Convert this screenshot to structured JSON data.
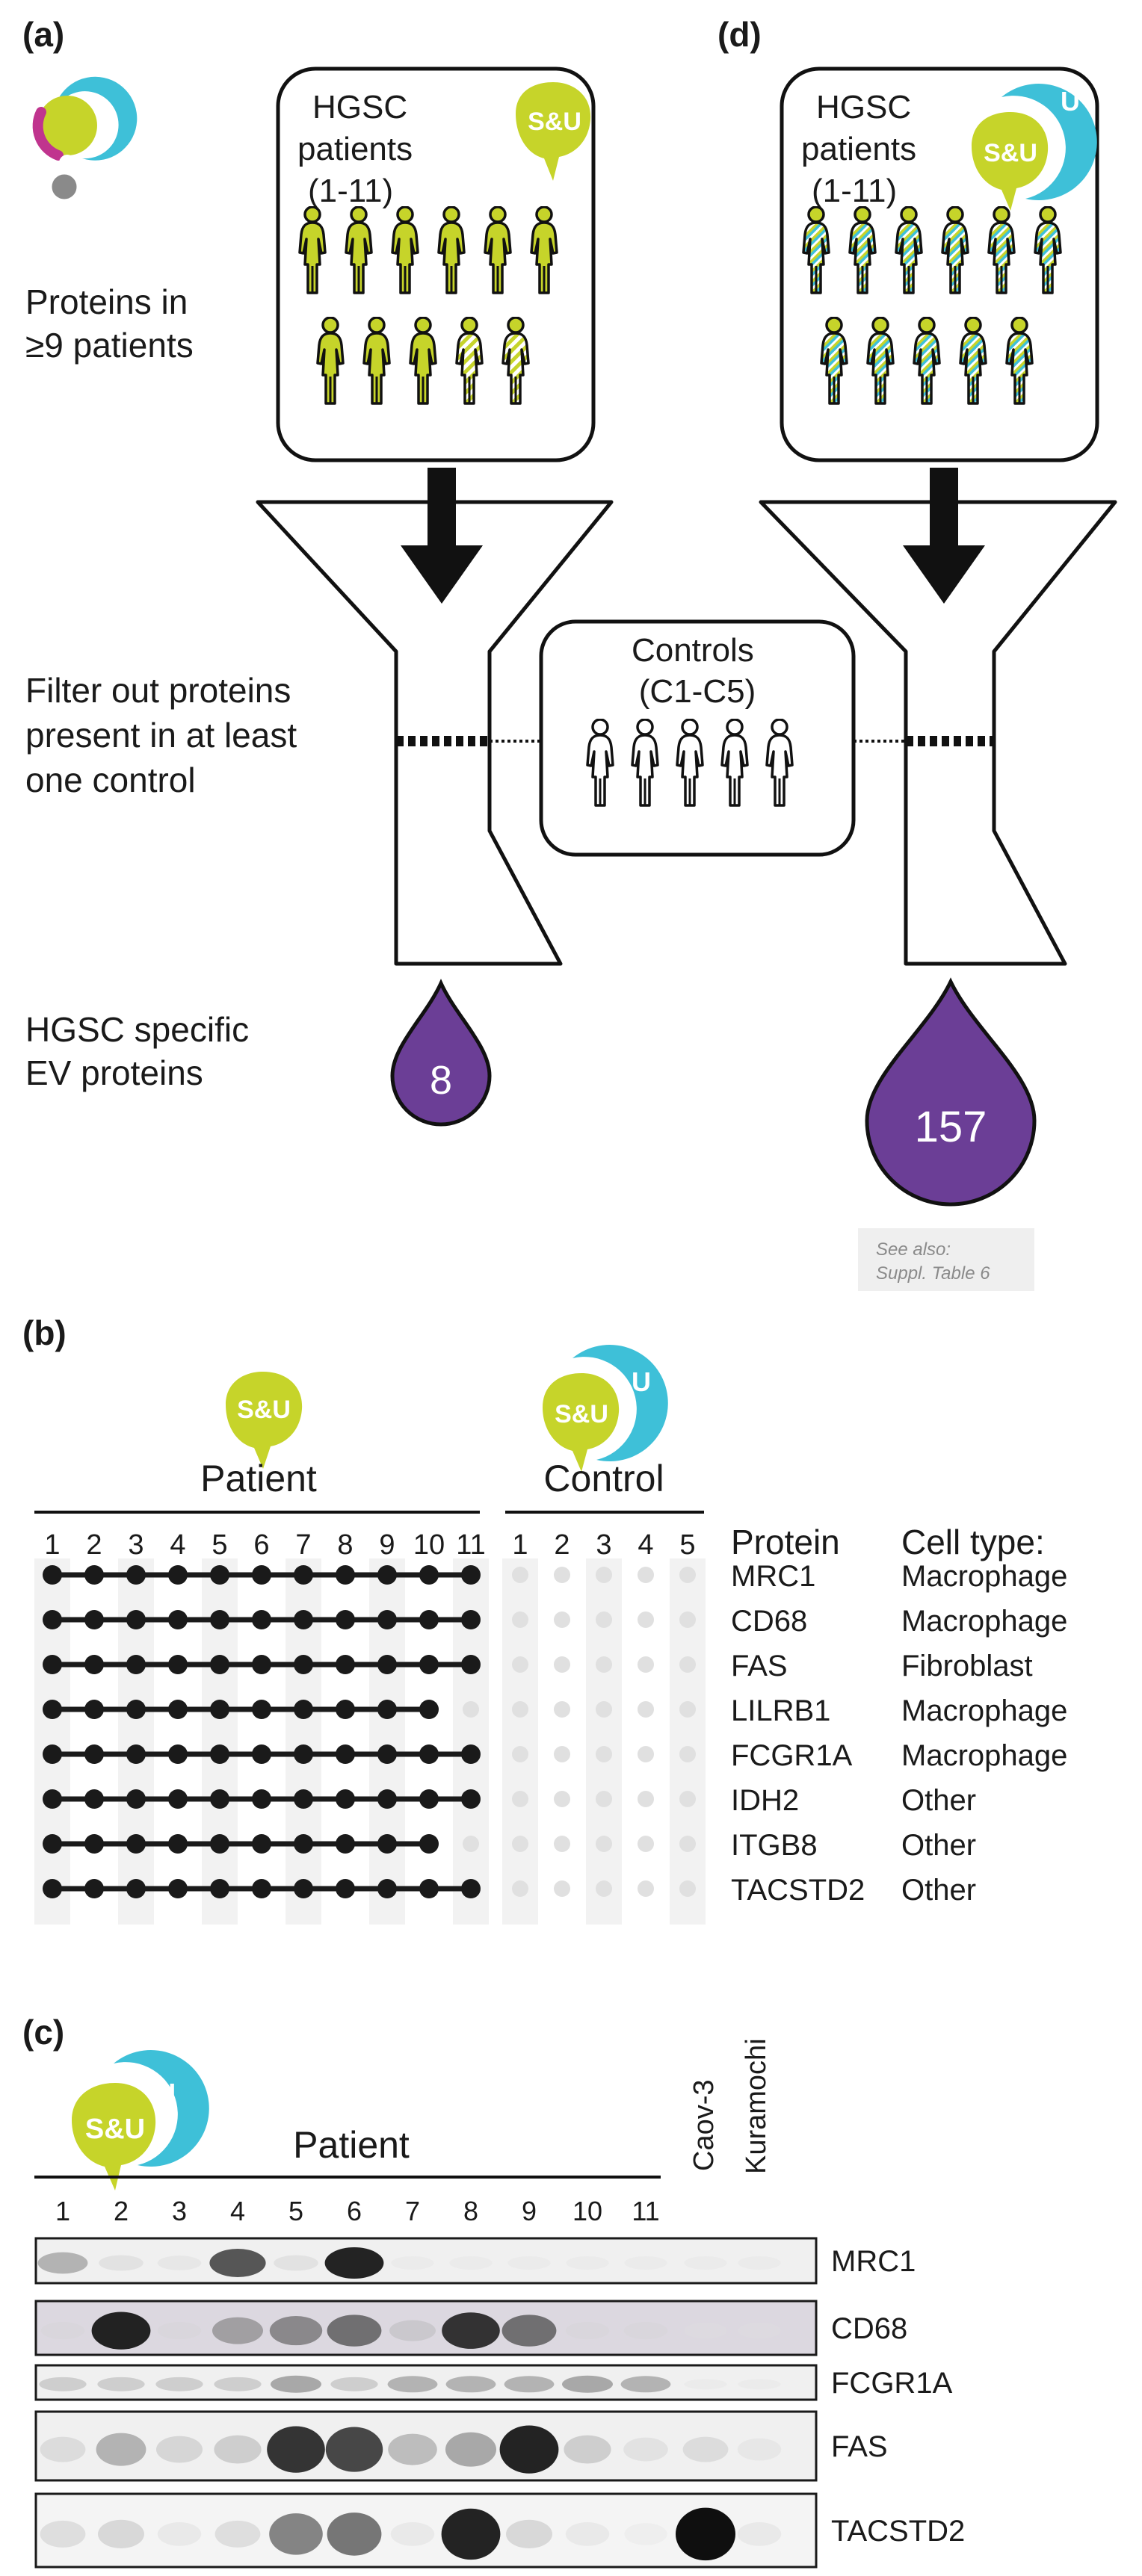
{
  "colors": {
    "su_green": "#c6d42a",
    "u_cyan": "#3ec0d8",
    "purple": "#6b3e96",
    "magenta": "#c0348e",
    "grey_dot": "#8a8a8a",
    "control_grey": "#e0e0e0",
    "stripe": "#f2f2f2",
    "dark": "#1a1a1a"
  },
  "panel_a": {
    "label": "(a)",
    "legend_icon": "seed-and-umbrella-icon",
    "patients_box": {
      "line1": "HGSC",
      "line2": "patients",
      "line3": "(1-11)",
      "badge": "S&U",
      "patient_count": 11
    },
    "step1": {
      "line1": "Proteins in",
      "line2": "≥9 patients"
    },
    "step2": {
      "line1": "Filter out proteins",
      "line2": "present in at least",
      "line3": "one control"
    },
    "step3": {
      "line1": "HGSC specific",
      "line2": "EV proteins"
    },
    "result": "8"
  },
  "panel_d": {
    "label": "(d)",
    "patients_box": {
      "line1": "HGSC",
      "line2": "patients",
      "line3": "(1-11)",
      "badge": "S&U",
      "badge_u": "U",
      "patient_count": 11
    },
    "result": "157",
    "note": {
      "line1": "See also:",
      "line2": "Suppl. Table 6"
    }
  },
  "controls_box": {
    "line1": "Controls",
    "line2": "(C1-C5)",
    "control_count": 5
  },
  "panel_b": {
    "label": "(b)",
    "patient_badge": "S&U",
    "control_badge": "S&U",
    "control_badge_u": "U",
    "patient_header": "Patient",
    "control_header": "Control",
    "patient_numbers": [
      "1",
      "2",
      "3",
      "4",
      "5",
      "6",
      "7",
      "8",
      "9",
      "10",
      "11"
    ],
    "control_numbers": [
      "1",
      "2",
      "3",
      "4",
      "5"
    ],
    "protein_header": "Protein",
    "celltype_header": "Cell type:",
    "rows": [
      {
        "protein": "MRC1",
        "cell_type": "Macrophage",
        "patients": [
          1,
          1,
          1,
          1,
          1,
          1,
          1,
          1,
          1,
          1,
          1
        ]
      },
      {
        "protein": "CD68",
        "cell_type": "Macrophage",
        "patients": [
          1,
          1,
          1,
          1,
          1,
          1,
          1,
          1,
          1,
          1,
          1
        ]
      },
      {
        "protein": "FAS",
        "cell_type": "Fibroblast",
        "patients": [
          1,
          1,
          1,
          1,
          1,
          1,
          1,
          1,
          1,
          1,
          1
        ]
      },
      {
        "protein": "LILRB1",
        "cell_type": "Macrophage",
        "patients": [
          1,
          1,
          1,
          1,
          1,
          1,
          1,
          1,
          1,
          1,
          0
        ]
      },
      {
        "protein": "FCGR1A",
        "cell_type": "Macrophage",
        "patients": [
          1,
          1,
          1,
          1,
          1,
          1,
          1,
          1,
          1,
          1,
          1
        ]
      },
      {
        "protein": "IDH2",
        "cell_type": "Other",
        "patients": [
          1,
          1,
          1,
          1,
          1,
          1,
          1,
          1,
          1,
          1,
          1
        ]
      },
      {
        "protein": "ITGB8",
        "cell_type": "Other",
        "patients": [
          1,
          1,
          1,
          1,
          1,
          1,
          1,
          1,
          1,
          1,
          0
        ]
      },
      {
        "protein": "TACSTD2",
        "cell_type": "Other",
        "patients": [
          1,
          1,
          1,
          1,
          1,
          1,
          1,
          1,
          1,
          1,
          1
        ]
      }
    ]
  },
  "panel_c": {
    "label": "(c)",
    "badge": "S&U",
    "badge_u": "U",
    "patient_header": "Patient",
    "lane_numbers": [
      "1",
      "2",
      "3",
      "4",
      "5",
      "6",
      "7",
      "8",
      "9",
      "10",
      "11"
    ],
    "cell_lines": [
      "Caov-3",
      "Kuramochi"
    ],
    "blots": [
      {
        "name": "MRC1",
        "intensity": [
          0.45,
          0.15,
          0.1,
          0.8,
          0.15,
          0.95,
          0.05,
          0.05,
          0.05,
          0.05,
          0.05,
          0.05,
          0.05
        ]
      },
      {
        "name": "CD68",
        "intensity": [
          0.1,
          0.95,
          0.1,
          0.5,
          0.6,
          0.7,
          0.25,
          0.9,
          0.7,
          0.1,
          0.1,
          0.05,
          0.05
        ]
      },
      {
        "name": "FCGR1A",
        "intensity": [
          0.3,
          0.3,
          0.3,
          0.3,
          0.5,
          0.3,
          0.45,
          0.45,
          0.45,
          0.5,
          0.45,
          0.05,
          0.05
        ]
      },
      {
        "name": "FAS",
        "intensity": [
          0.2,
          0.45,
          0.25,
          0.3,
          0.9,
          0.85,
          0.4,
          0.5,
          0.95,
          0.3,
          0.15,
          0.2,
          0.1
        ]
      },
      {
        "name": "TACSTD2",
        "intensity": [
          0.2,
          0.25,
          0.1,
          0.2,
          0.65,
          0.7,
          0.1,
          0.95,
          0.25,
          0.1,
          0.05,
          1.0,
          0.1
        ]
      }
    ]
  }
}
